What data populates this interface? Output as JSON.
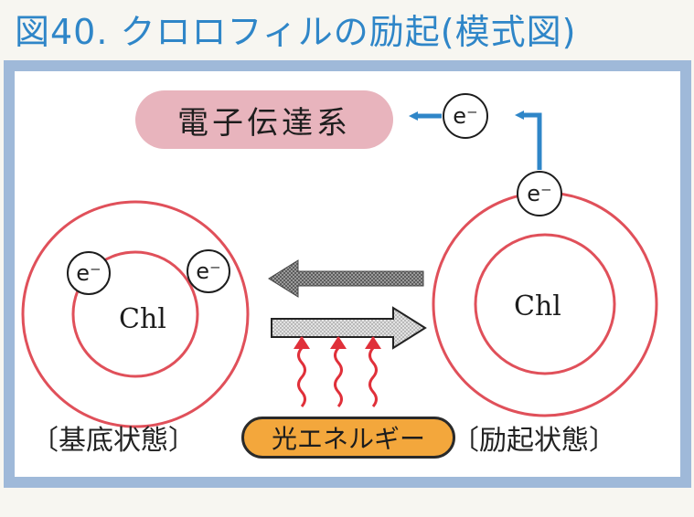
{
  "title": "図40. クロロフィルの励起(模式図)",
  "electron_transport_label": "電子伝達系",
  "ground_state_label": "〔基底状態〕",
  "excited_state_label": "〔励起状態〕",
  "light_energy_label": "光エネルギー",
  "molecule_label": "Chl",
  "electron_symbol": "e⁻",
  "colors": {
    "title": "#2f86c8",
    "orbit": "#e0505a",
    "panel_border": "#9fb9d9",
    "blue_arrow": "#2f86c8",
    "light_pill": "#f3a73c",
    "etc_pill": "#e8b4bd",
    "wave": "#e0303a"
  }
}
